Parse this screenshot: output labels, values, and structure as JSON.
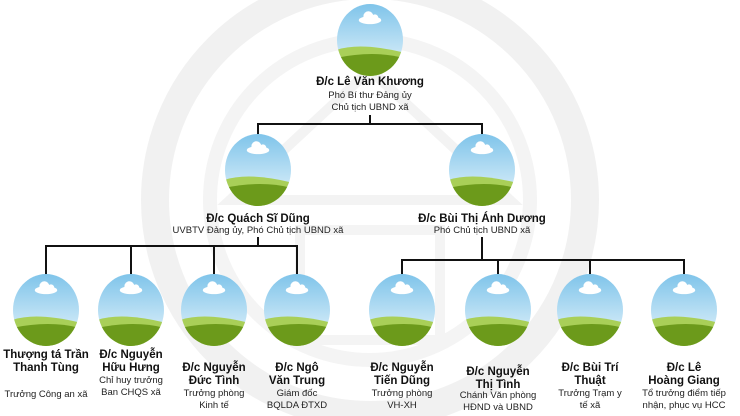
{
  "theme": {
    "sky_top": "#7fc4ea",
    "sky_bottom": "#eaf6fc",
    "hill_back": "#a9cf58",
    "hill_front": "#6c9a1b",
    "line": "#111111",
    "watermark": "#f1f1f1"
  },
  "avatar_icon": "person-placeholder-landscape-icon",
  "people": [
    {
      "name": "Đ/c Lê Văn Khương",
      "role": "Phó Bí thư Đảng ủy\nChủ tịch UBND xã"
    },
    {
      "name": "Đ/c Quách Sĩ Dũng",
      "role": "UVBTV Đảng ủy, Phó Chủ tịch UBND xã"
    },
    {
      "name": "Đ/c Bùi Thị Ánh Dương",
      "role": "Phó Chủ tịch UBND xã"
    },
    {
      "name": "Thượng tá Trần\nThanh Tùng",
      "role": "Trưởng Công an xã"
    },
    {
      "name": "Đ/c Nguyễn\nHữu Hưng",
      "role": "Chỉ huy trưởng\nBan CHQS xã"
    },
    {
      "name": "Đ/c Nguyễn\nĐức Tình",
      "role": "Trưởng phòng\nKinh tế"
    },
    {
      "name": "Đ/c Ngô\nVăn Trung",
      "role": "Giám đốc\nBQLDA ĐTXD"
    },
    {
      "name": "Đ/c Nguyễn\nTiến Dũng",
      "role": "Trưởng phòng\nVH-XH"
    },
    {
      "name": "Đ/c Nguyễn\nThị Tình",
      "role": "Chánh Văn phòng\nHĐND và UBND"
    },
    {
      "name": "Đ/c Bùi Trí\nThuật",
      "role": "Trưởng Trạm y\ntế xã"
    },
    {
      "name": "Đ/c Lê\nHoàng Giang",
      "role": "Tổ trưởng điểm tiếp\nnhận, phục vụ HCC"
    }
  ]
}
